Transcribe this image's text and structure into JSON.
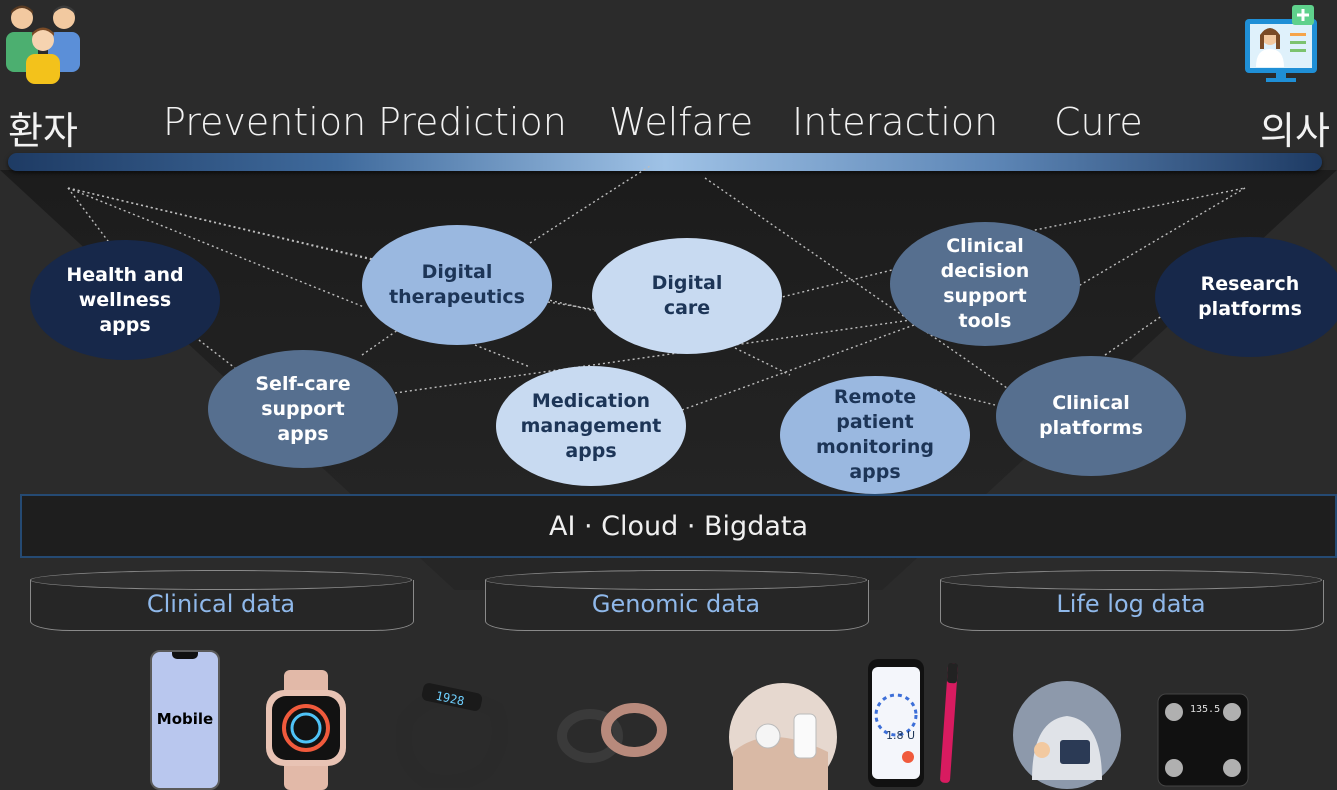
{
  "header": {
    "left_label": "환자",
    "right_label": "의사",
    "categories": [
      "Prevention",
      "Prediction",
      "Welfare",
      "Interaction",
      "Cure"
    ]
  },
  "icons": {
    "left": "patients-group-icon",
    "right": "doctor-monitor-icon"
  },
  "nodes": [
    {
      "id": "health",
      "label": "Health and\nwellness\napps"
    },
    {
      "id": "dtx",
      "label": "Digital\ntherapeutics"
    },
    {
      "id": "care",
      "label": "Digital\ncare"
    },
    {
      "id": "cds",
      "label": "Clinical\ndecision\nsupport\ntools"
    },
    {
      "id": "research",
      "label": "Research\nplatforms"
    },
    {
      "id": "selfcare",
      "label": "Self-care\nsupport\napps"
    },
    {
      "id": "medication",
      "label": "Medication\nmanagement\napps"
    },
    {
      "id": "rpm",
      "label": "Remote\npatient\nmonitoring\napps"
    },
    {
      "id": "clinical",
      "label": "Clinical\nplatforms"
    }
  ],
  "technology_bar": "AI  ·  Cloud  ·  Bigdata",
  "data_sources": [
    "Clinical data",
    "Genomic data",
    "Life log data"
  ],
  "devices": {
    "mobile_label": "Mobile",
    "items": [
      "mobile-phone-icon",
      "smartwatch-icon",
      "fitness-band-icon",
      "smart-ring-icon",
      "cgm-sensor-icon",
      "insulin-pen-app-icon",
      "smart-clothing-icon",
      "smart-scale-icon"
    ],
    "band_display": "1928",
    "pen_display": "1.8 U",
    "scale_display": "135.5"
  },
  "colors": {
    "background": "#2b2b2b",
    "node_dark": "#17284a",
    "node_slate": "#566f8f",
    "node_light": "#9ab8e0",
    "node_pale": "#c8daf1",
    "data_label": "#8fb8ea"
  }
}
